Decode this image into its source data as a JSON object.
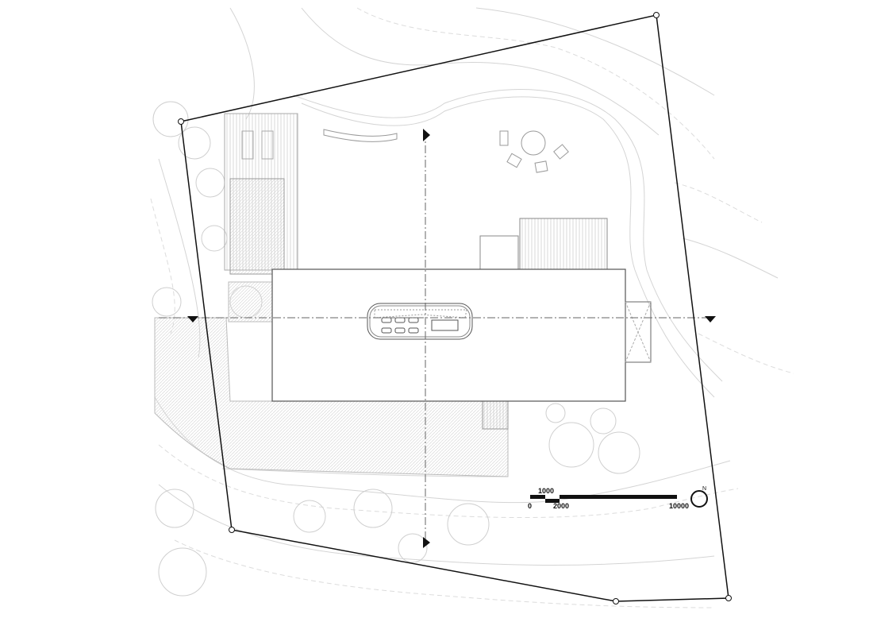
{
  "drawing": {
    "type": "site plan",
    "scale_bar": {
      "labels": [
        "0",
        "1000",
        "2000",
        "10000"
      ]
    },
    "north_label": "N",
    "colors": {
      "line": "#111111",
      "context": "#cccccc",
      "building": "#666666"
    }
  }
}
